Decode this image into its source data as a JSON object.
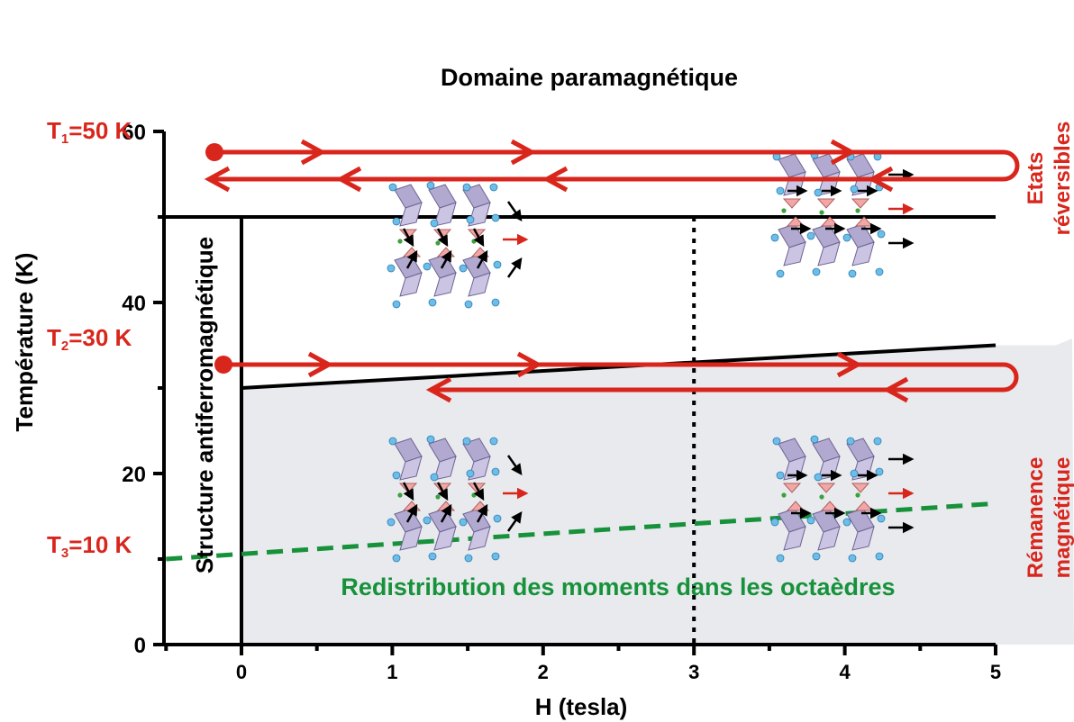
{
  "xaxis": {
    "label": "H (tesla)",
    "range": [
      -0.5,
      5
    ],
    "ticks": [
      "0",
      "1",
      "2",
      "3",
      "4",
      "5"
    ]
  },
  "yaxis": {
    "label": "Température (K)",
    "range": [
      0,
      60
    ],
    "ticks": [
      "0",
      "20",
      "40",
      "60"
    ]
  },
  "temperatures": {
    "t1": {
      "main": "T",
      "sub": "1",
      "rest": "=50 K",
      "value": 50
    },
    "t2": {
      "main": "T",
      "sub": "2",
      "rest": "=30 K",
      "value": 30
    },
    "t3": {
      "main": "T",
      "sub": "3",
      "rest": "=10 K",
      "value": 10
    }
  },
  "regions": {
    "paramagnetic": "Domaine paramagnétique",
    "antiferro": "Structure antiferromagnétique",
    "redistribution": "Redistribution des moments dans les octaèdres"
  },
  "side_labels": {
    "reversible_1": "Etats",
    "reversible_2": "réversibles",
    "remanence_1": "Rémanence",
    "remanence_2": "magnétique"
  },
  "boundaries": {
    "para_line_T": 50,
    "af_boundary": [
      [
        0,
        30
      ],
      [
        5,
        35
      ]
    ],
    "field_line_H": 0,
    "dotted_H": 3,
    "green_dashed": [
      [
        -0.5,
        10
      ],
      [
        5,
        16.5
      ]
    ]
  },
  "colors": {
    "red": "#d9261c",
    "green": "#17923a",
    "black": "#000000",
    "shade": "#e8eaee",
    "octahedron": "#b2a9d0",
    "atom": "#6cbde8",
    "pink": "#f2a7a7"
  }
}
